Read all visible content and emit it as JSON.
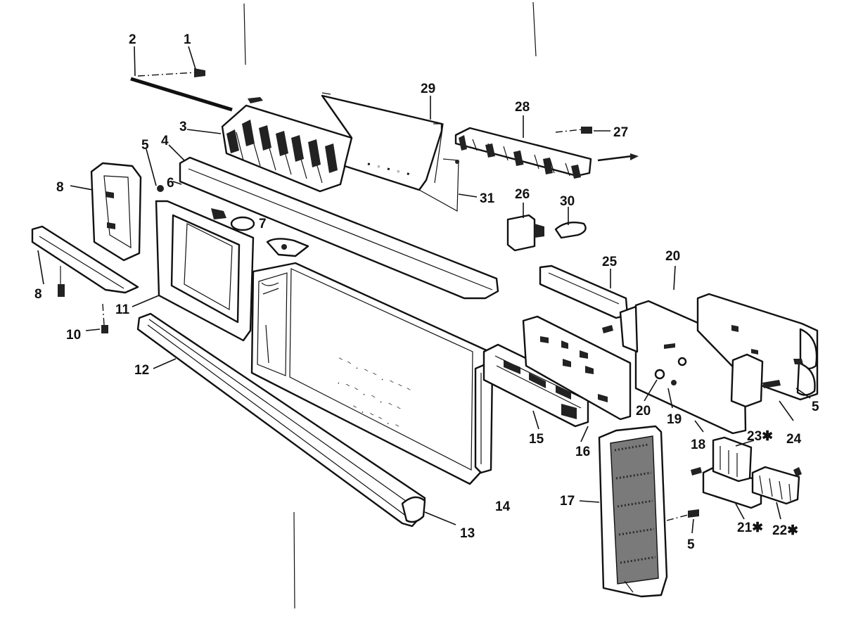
{
  "labels": {
    "l1": "1",
    "l2": "2",
    "l3": "3",
    "l4": "4",
    "l5a": "5",
    "l6": "6",
    "l7": "7",
    "l8a": "8",
    "l8b": "8",
    "l10": "10",
    "l11": "11",
    "l12": "12",
    "l13": "13",
    "l14": "14",
    "l15": "15",
    "l16": "16",
    "l17": "17",
    "l18": "18",
    "l19": "19",
    "l20a": "20",
    "l20b": "20",
    "l5b": "5",
    "l21": "21✱",
    "l22": "22✱",
    "l23": "23✱",
    "l24": "24",
    "l25": "25",
    "l26": "26",
    "l5c": "5",
    "l27": "27",
    "l28": "28",
    "l29": "29",
    "l30": "30",
    "l31": "31"
  },
  "colors": {
    "ink": "#111111",
    "paper": "#ffffff"
  }
}
